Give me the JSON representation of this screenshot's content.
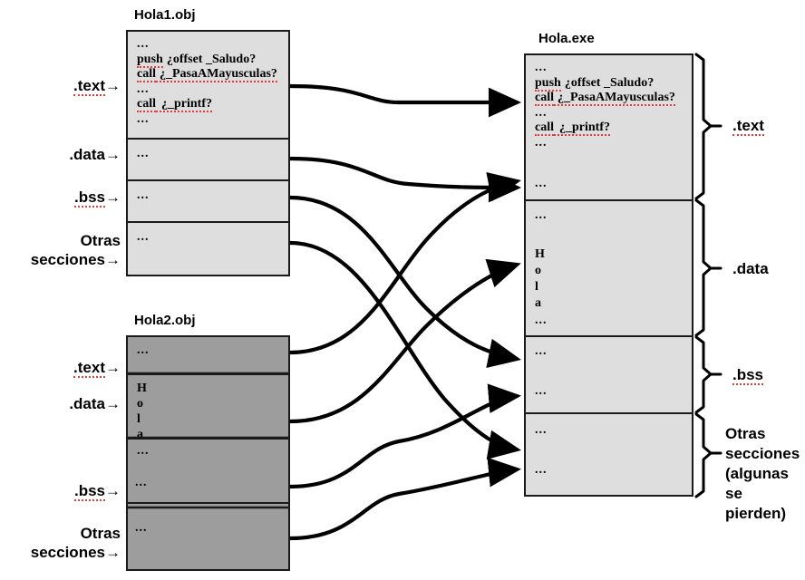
{
  "diagram": {
    "title_obj1": "Hola1.obj",
    "title_obj2": "Hola2.obj",
    "title_exe": "Hola.exe",
    "ellipsis": "...",
    "code_lines": {
      "l1": "...",
      "l2_a": "push",
      "l2_b": "¿offset _Saludo?",
      "l3_a": "call",
      "l3_b": "¿_PasaAMayusculas?",
      "l4": "...",
      "l5_a": "call",
      "l5_b": "¿_printf?",
      "l6": "..."
    },
    "data_string": {
      "c1": "H",
      "c2": "o",
      "c3": "l",
      "c4": "a"
    },
    "left_labels_obj1": {
      "text": ".text",
      "data": ".data",
      "bss": ".bss",
      "other_line1": "Otras",
      "other_line2": "secciones"
    },
    "left_labels_obj2": {
      "text": ".text",
      "data": ".data",
      "bss": ".bss",
      "other_line1": "Otras",
      "other_line2": "secciones"
    },
    "right_labels": {
      "text": ".text",
      "data": ".data",
      "bss": ".bss",
      "other_line1": "Otras",
      "other_line2": "secciones",
      "other_line3": "(algunas",
      "other_line4": " se",
      "other_line5": "pierden)"
    },
    "arrow_glyph": "→",
    "colors": {
      "obj1_fill": "#dedede",
      "obj2_fill": "#9d9d9d",
      "exe_fill": "#dedede",
      "stroke": "#1a1a1a",
      "spellcheck": "#e03c3c",
      "background": "#ffffff"
    }
  }
}
